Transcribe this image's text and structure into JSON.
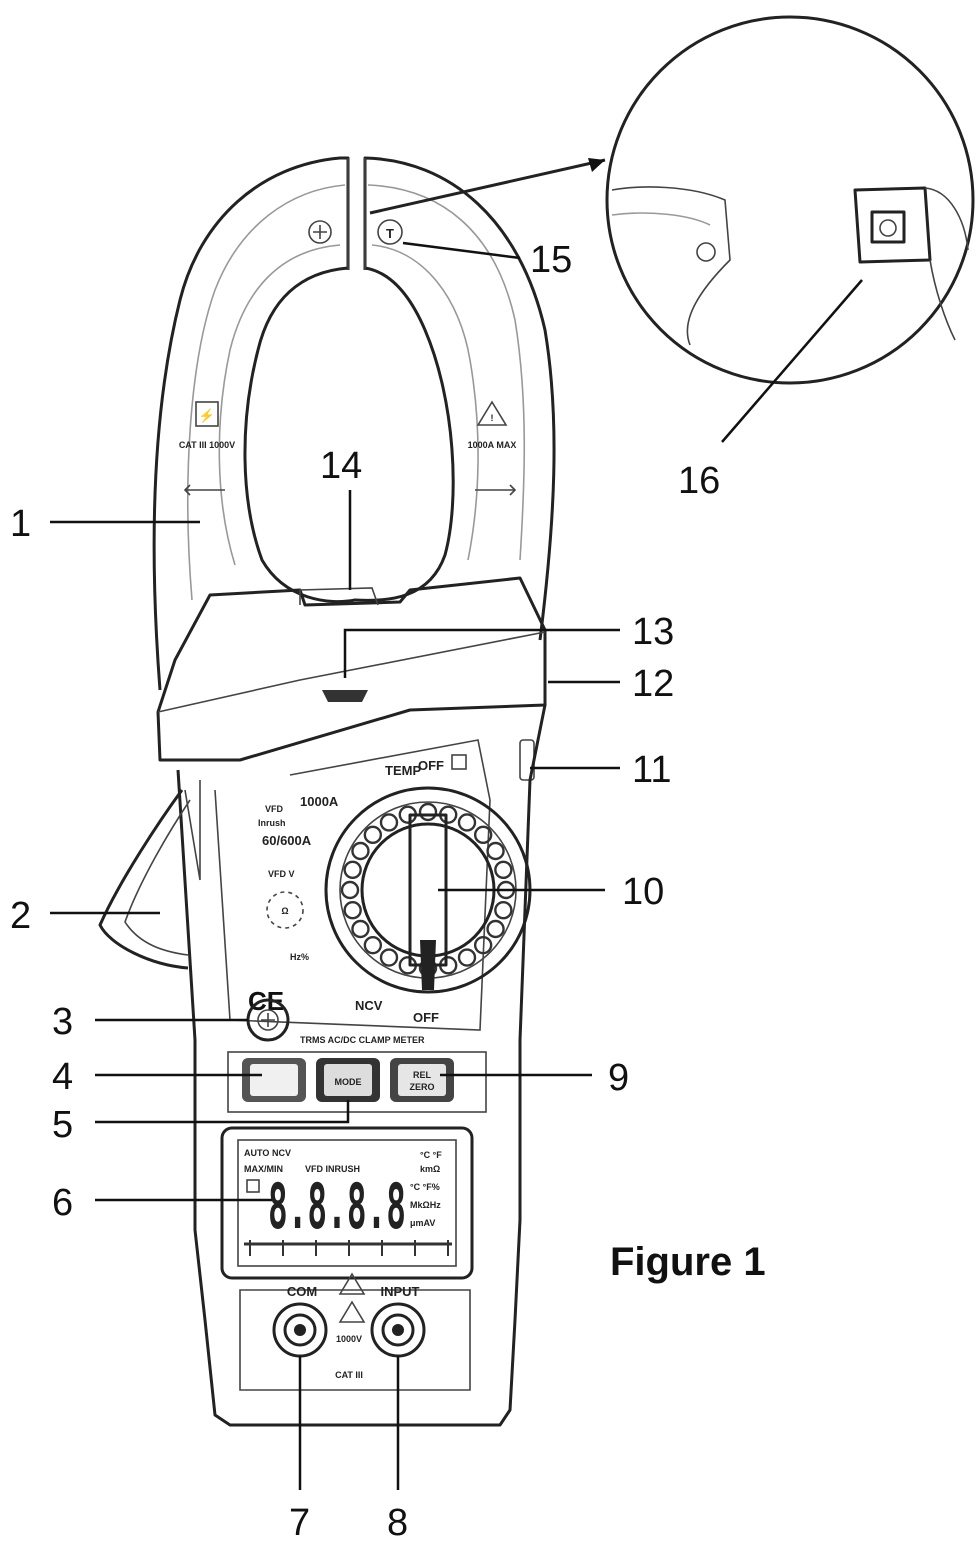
{
  "figure_title": "Figure 1",
  "callouts": [
    {
      "n": "1"
    },
    {
      "n": "2"
    },
    {
      "n": "3"
    },
    {
      "n": "4"
    },
    {
      "n": "5"
    },
    {
      "n": "6"
    },
    {
      "n": "7"
    },
    {
      "n": "8"
    },
    {
      "n": "9"
    },
    {
      "n": "10"
    },
    {
      "n": "11"
    },
    {
      "n": "12"
    },
    {
      "n": "13"
    },
    {
      "n": "14"
    },
    {
      "n": "15"
    },
    {
      "n": "16"
    }
  ],
  "dial": {
    "temp": "TEMP",
    "off_top": "OFF",
    "vfd_1000a": "1000A",
    "range_60_600a": "60/600A",
    "vfd_v": "VFD V",
    "hz": "Hz%",
    "ncv": "NCV",
    "off_bottom": "OFF",
    "vfd": "VFD",
    "inrush": "Inrush"
  },
  "ce_mark": "CE",
  "meter_name": "TRMS AC/DC CLAMP METER",
  "buttons": {
    "hold_label": "",
    "mode_label": "MODE",
    "rel_label": "REL",
    "zero_label": "ZERO"
  },
  "lcd": {
    "digits": "8.8.8.8",
    "auto": "AUTO",
    "ncv": "NCV",
    "max_min": "MAX/MIN",
    "vfd_inrush": "VFD INRUSH",
    "units_1": "°C °F",
    "units_2": "kmΩ",
    "units_3": "°C °F%",
    "units_4": "MkΩHz",
    "units_5": "μmAV"
  },
  "jacks": {
    "com": "COM",
    "input": "INPUT",
    "rating": "1000V",
    "cat": "CAT III"
  },
  "jaw_marks": {
    "left_cat": "CAT III 1000V",
    "right_max": "1000A MAX"
  }
}
